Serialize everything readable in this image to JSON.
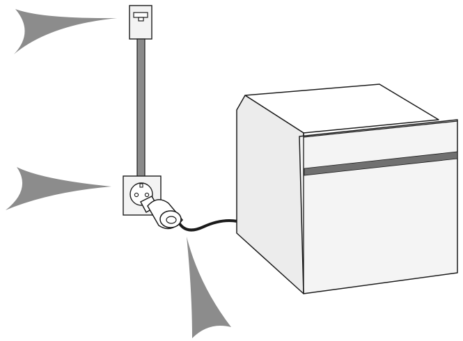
{
  "illustration": {
    "subject": "built-in-appliance-electrical-connection",
    "components": [
      "fuse-box-icon",
      "power-cable",
      "wall-socket-icon",
      "mains-plug-icon",
      "appliance-cord",
      "appliance-cabinet"
    ],
    "pointers": [
      "arrow-pointer-fuse-box",
      "arrow-pointer-socket",
      "arrow-pointer-plug"
    ],
    "colors": {
      "outline": "#1a1a1a",
      "arrow_gray": "#8c8c8c",
      "cable_gray": "#8a8a8a",
      "panel_fill": "#f3f3f3",
      "cabinet_side": "#ececec",
      "cabinet_front": "#f4f4f4",
      "door_strip": "#707070",
      "cord": "#1a1a1a"
    }
  }
}
